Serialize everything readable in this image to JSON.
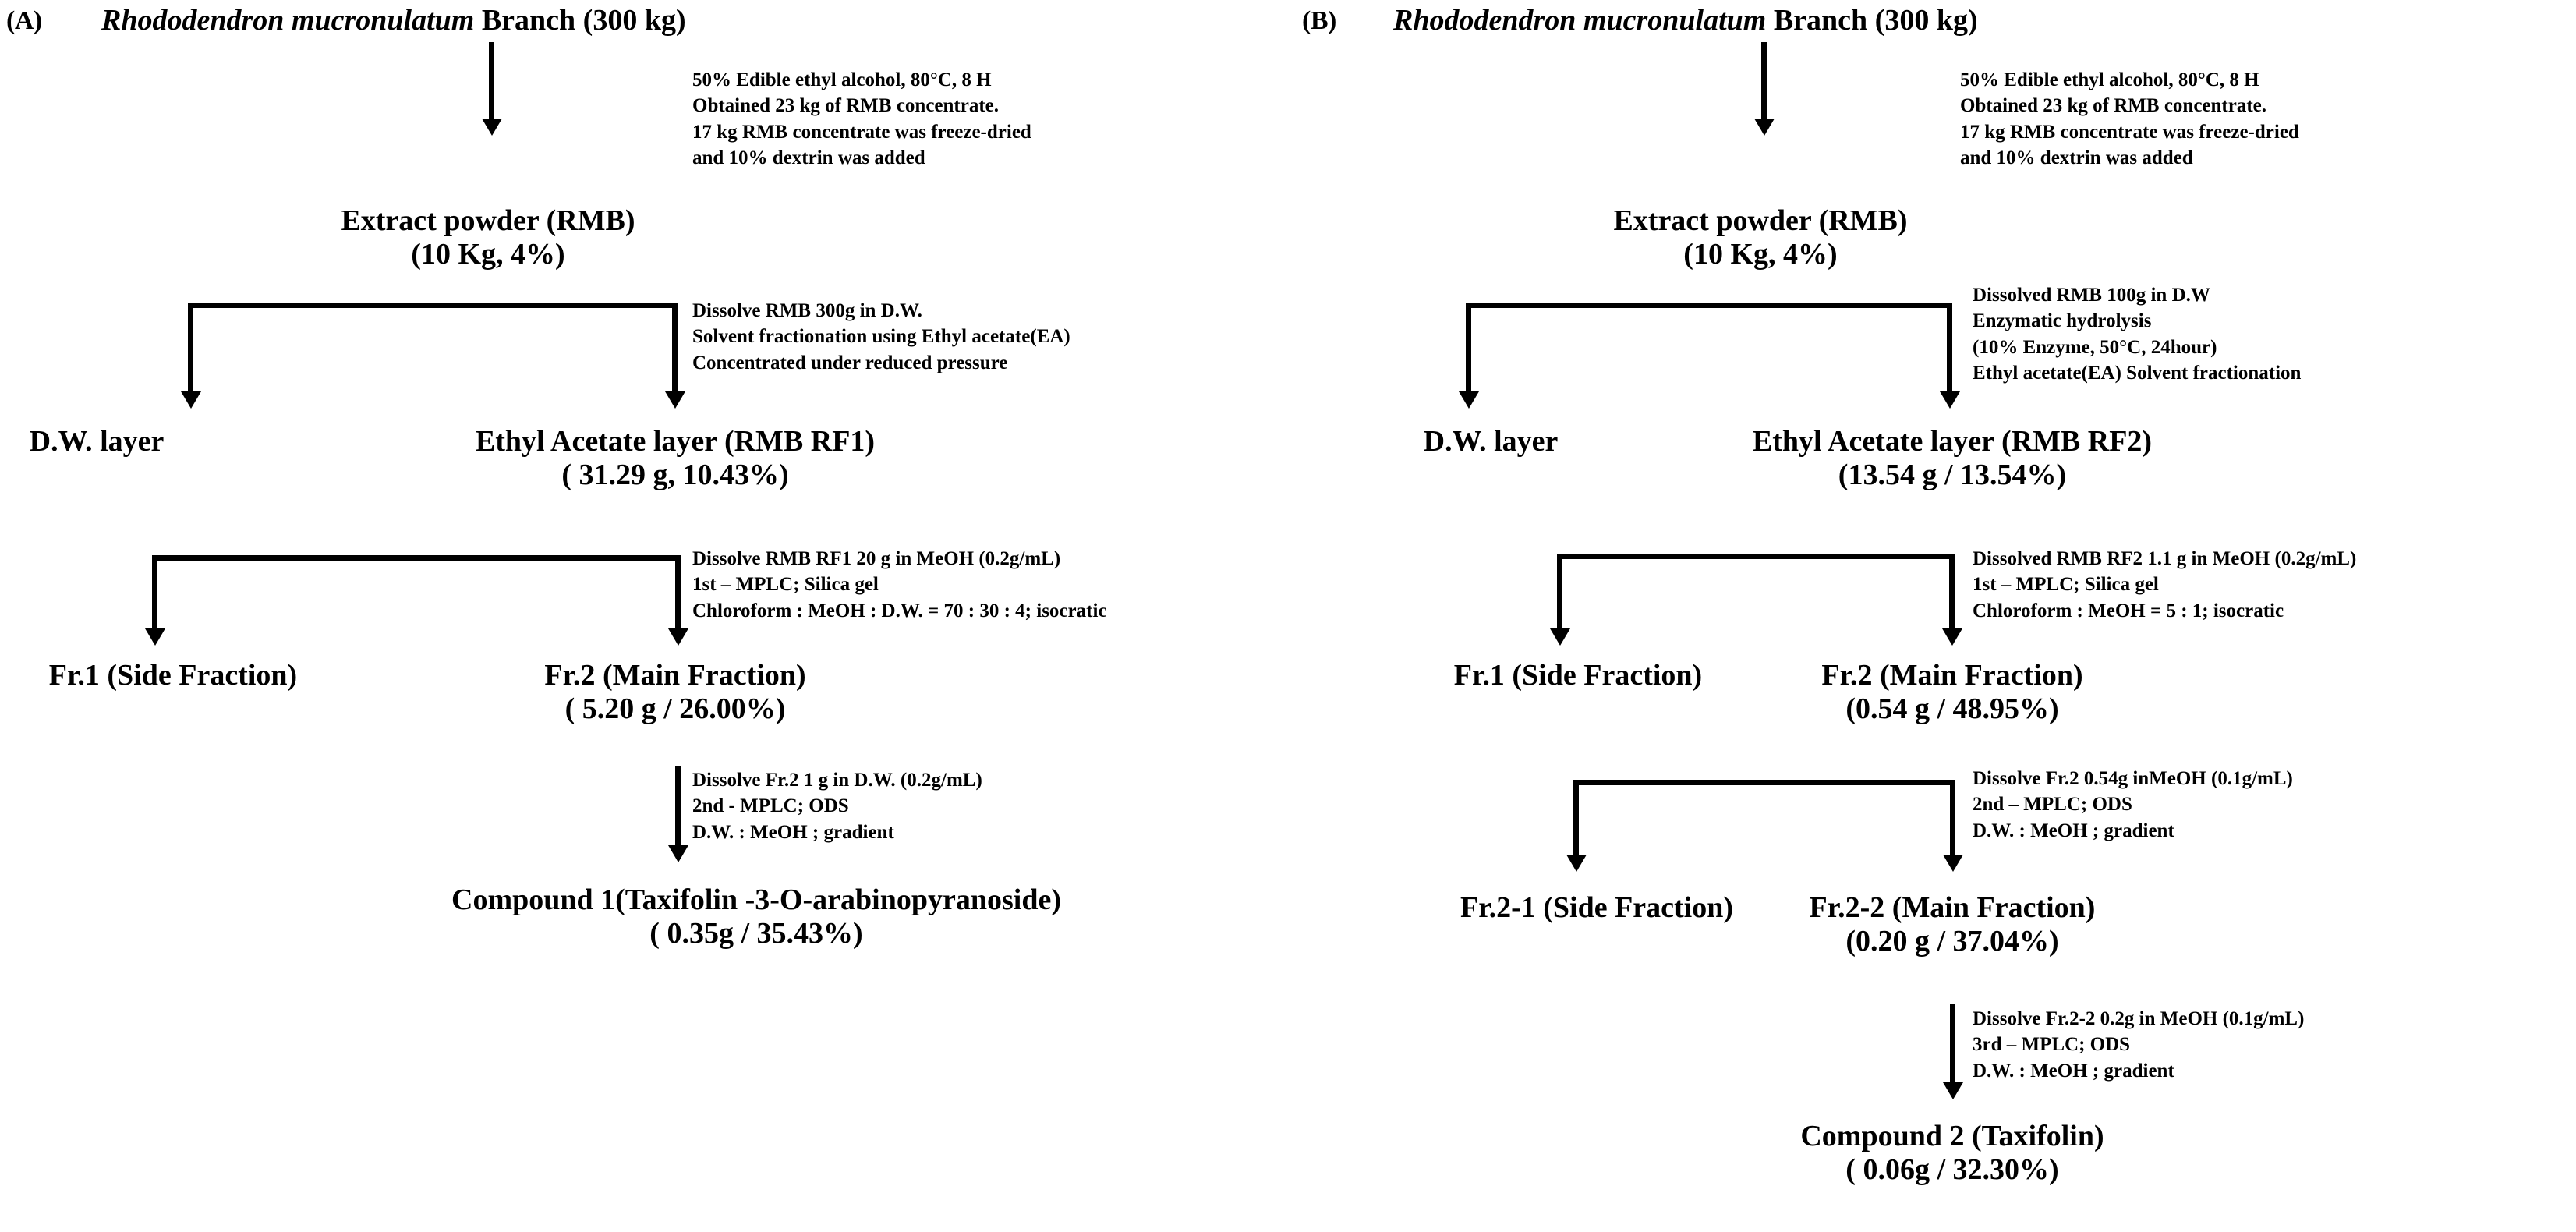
{
  "figure": {
    "type": "process-flowchart",
    "panels": [
      {
        "label": "(A)",
        "title_prefix": "Rhododendron mucronulatum",
        "title_suffix": " Branch (300 kg)",
        "nodes": [
          {
            "id": "extract",
            "line1": "Extract powder (RMB)",
            "line2": "(10 Kg, 4%)"
          },
          {
            "id": "dw-layer",
            "line1": "D.W. layer",
            "line2": ""
          },
          {
            "id": "ea-layer",
            "line1": "Ethyl Acetate layer (RMB RF1)",
            "line2": "( 31.29 g, 10.43%)"
          },
          {
            "id": "fr1",
            "line1": "Fr.1 (Side Fraction)",
            "line2": ""
          },
          {
            "id": "fr2",
            "line1": "Fr.2 (Main Fraction)",
            "line2": "( 5.20 g / 26.00%)"
          },
          {
            "id": "compound1",
            "line1": "Compound 1(Taxifolin -3-O-arabinopyranoside)",
            "line2": "( 0.35g / 35.43%)"
          }
        ],
        "annotations": [
          {
            "id": "ann-extraction",
            "lines": [
              "50% Edible ethyl alcohol, 80°C, 8 H",
              "Obtained 23 kg of RMB concentrate.",
              "17 kg RMB concentrate was freeze-dried",
              "and 10% dextrin was added"
            ]
          },
          {
            "id": "ann-fractionation",
            "lines": [
              "Dissolve RMB 300g in D.W.",
              "Solvent fractionation using Ethyl acetate(EA)",
              "Concentrated under reduced pressure"
            ]
          },
          {
            "id": "ann-mplc1",
            "lines": [
              "Dissolve RMB RF1 20 g in MeOH (0.2g/mL)",
              "1st – MPLC; Silica gel",
              "Chloroform : MeOH : D.W. = 70 : 30 : 4; isocratic"
            ]
          },
          {
            "id": "ann-mplc2",
            "lines": [
              "Dissolve Fr.2 1 g in D.W. (0.2g/mL)",
              "2nd - MPLC; ODS",
              "D.W. : MeOH ; gradient"
            ]
          }
        ]
      },
      {
        "label": "(B)",
        "title_prefix": "Rhododendron mucronulatum",
        "title_suffix": " Branch (300 kg)",
        "nodes": [
          {
            "id": "extract",
            "line1": "Extract powder (RMB)",
            "line2": "(10 Kg, 4%)"
          },
          {
            "id": "dw-layer",
            "line1": "D.W. layer",
            "line2": ""
          },
          {
            "id": "ea-layer",
            "line1": "Ethyl Acetate layer (RMB RF2)",
            "line2": "(13.54 g / 13.54%)"
          },
          {
            "id": "fr1",
            "line1": "Fr.1 (Side Fraction)",
            "line2": ""
          },
          {
            "id": "fr2",
            "line1": "Fr.2 (Main Fraction)",
            "line2": "(0.54 g / 48.95%)"
          },
          {
            "id": "fr2-1",
            "line1": "Fr.2-1 (Side Fraction)",
            "line2": ""
          },
          {
            "id": "fr2-2",
            "line1": "Fr.2-2 (Main Fraction)",
            "line2": "(0.20 g / 37.04%)"
          },
          {
            "id": "compound2",
            "line1": "Compound 2 (Taxifolin)",
            "line2": "( 0.06g / 32.30%)"
          }
        ],
        "annotations": [
          {
            "id": "ann-extraction",
            "lines": [
              "50% Edible ethyl alcohol, 80°C, 8 H",
              "Obtained 23 kg of RMB concentrate.",
              "17 kg RMB concentrate was freeze-dried",
              "and 10% dextrin was added"
            ]
          },
          {
            "id": "ann-hydrolysis",
            "lines": [
              "Dissolved RMB 100g in D.W",
              "Enzymatic hydrolysis",
              "(10% Enzyme, 50°C, 24hour)",
              "Ethyl acetate(EA) Solvent fractionation"
            ]
          },
          {
            "id": "ann-mplc1",
            "lines": [
              "Dissolved RMB RF2 1.1 g in MeOH (0.2g/mL)",
              "1st – MPLC; Silica gel",
              "Chloroform : MeOH = 5 : 1; isocratic"
            ]
          },
          {
            "id": "ann-mplc2",
            "lines": [
              "Dissolve Fr.2 0.54g inMeOH (0.1g/mL)",
              "2nd – MPLC; ODS",
              "D.W. : MeOH ; gradient"
            ]
          },
          {
            "id": "ann-mplc3",
            "lines": [
              "Dissolve Fr.2-2 0.2g in MeOH (0.1g/mL)",
              "3rd – MPLC; ODS",
              "D.W. : MeOH ; gradient"
            ]
          }
        ]
      }
    ]
  },
  "colors": {
    "ink": "#000000",
    "background": "#ffffff"
  }
}
